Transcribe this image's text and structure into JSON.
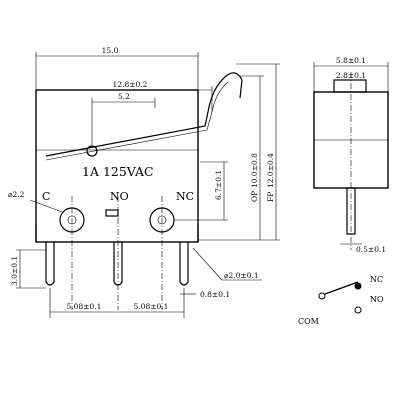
{
  "front_view": {
    "rating": "1A 125VAC",
    "terminal_labels": {
      "c": "C",
      "no": "NO",
      "nc": "NC"
    },
    "dims": {
      "overall_width": "15.0",
      "lever_pos": "12.8±0.2",
      "mid_pos": "5.2",
      "hole_dia": "⌀2.2",
      "height": "10.0±0.8",
      "height_label": "OP",
      "free_height": "12.0±0.4",
      "free_height_label": "FP",
      "pin_length": "3.0±0.1",
      "pitch_left": "5.08±0.1",
      "pitch_right": "5.08±0.1",
      "body_to_hole": "6.7±0.1",
      "pin_dia": "⌀2.0±0.1",
      "pin_width": "0.8±0.1"
    }
  },
  "side_view": {
    "dims": {
      "width": "5.8±0.1",
      "button_width": "2.8±0.1",
      "pin_thickness": "0.5±0.1"
    }
  },
  "schematic": {
    "com": "COM",
    "nc": "NC",
    "no": "NO"
  }
}
